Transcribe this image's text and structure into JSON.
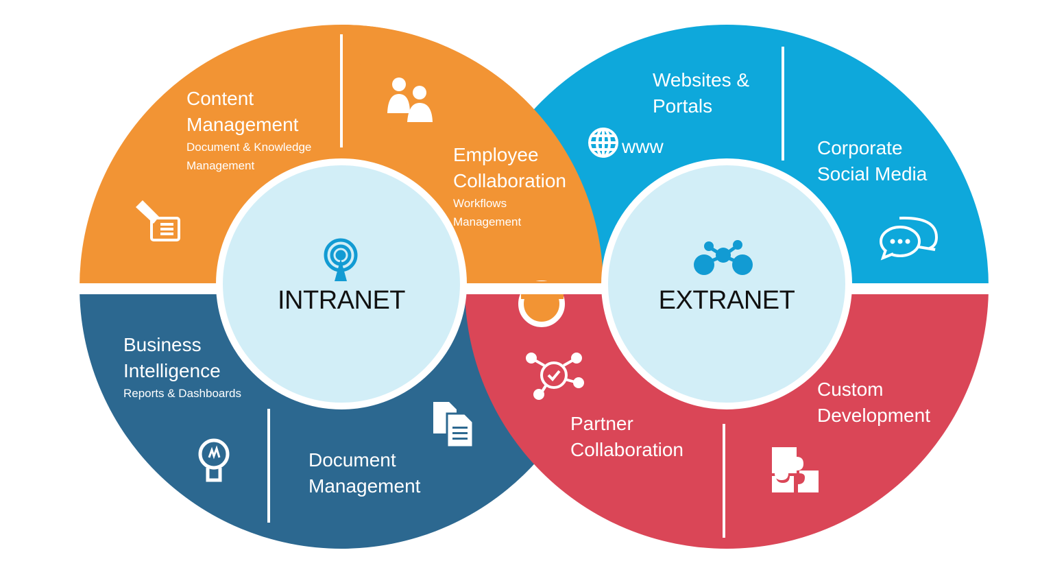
{
  "colors": {
    "orange": "#F29434",
    "blue": "#0EA8DB",
    "navy": "#2C6890",
    "red": "#DA4657",
    "center_fill": "#D2EEF7",
    "icon_blue": "#129BD3"
  },
  "intranet": {
    "label": "INTRANET",
    "segments": {
      "content_management": {
        "title": "Content Management",
        "subtitle": "Document & Knowledge Management",
        "icon": "pen-document-icon"
      },
      "employee_collaboration": {
        "title": "Employee Collaboration",
        "subtitle": "Workflows Management",
        "icon": "people-icon"
      },
      "business_intelligence": {
        "title": "Business Intelligence",
        "subtitle": "Reports & Dashboards",
        "icon": "lightbulb-icon"
      },
      "document_management": {
        "title": "Document Management",
        "icon": "documents-icon"
      }
    },
    "icon": "antenna-icon"
  },
  "extranet": {
    "label": "EXTRANET",
    "segments": {
      "websites_portals": {
        "title": "Websites & Portals",
        "icon_text": "www",
        "icon": "globe-icon"
      },
      "corporate_social_media": {
        "title": "Corporate Social Media",
        "icon": "chat-icon"
      },
      "partner_collaboration": {
        "title": "Partner Collaboration",
        "icon": "network-check-icon"
      },
      "custom_development": {
        "title": "Custom Development",
        "icon": "puzzle-icon"
      }
    },
    "icon": "network-icon"
  }
}
